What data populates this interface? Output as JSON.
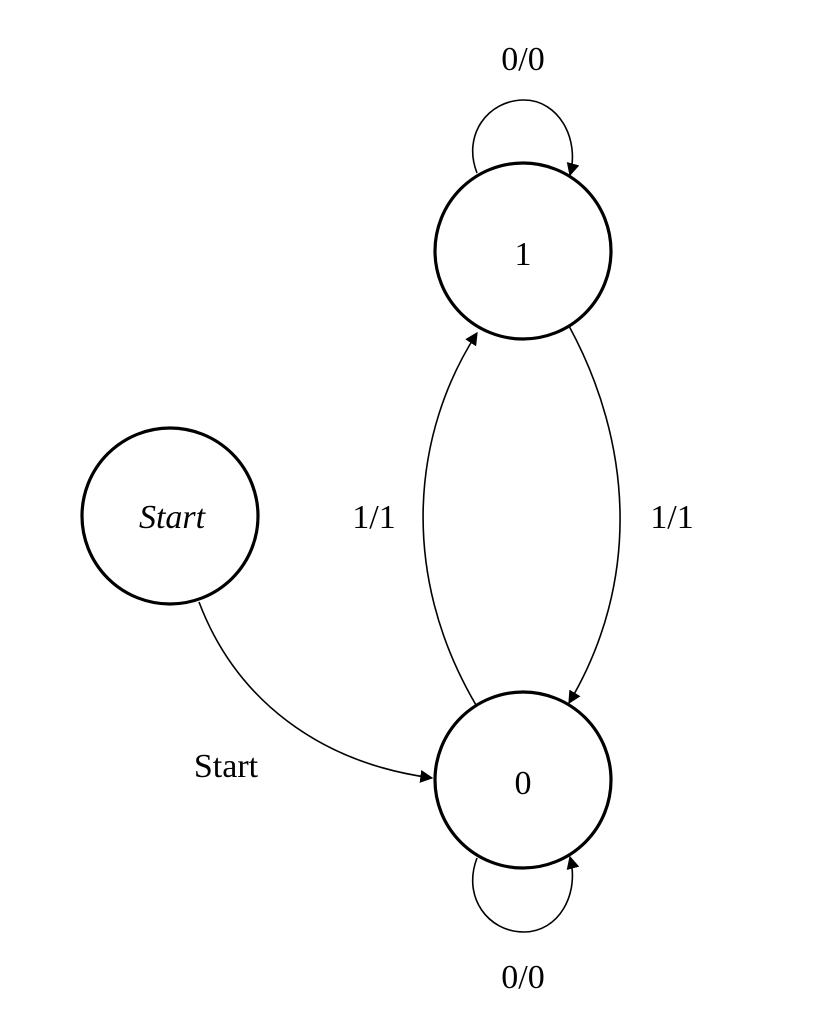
{
  "states": {
    "start": "Start",
    "one": "1",
    "zero": "0"
  },
  "transitions": {
    "start_to_zero": "Start",
    "zero_to_one": "1/1",
    "one_to_zero": "1/1",
    "one_self_loop": "0/0",
    "zero_self_loop": "0/0"
  }
}
